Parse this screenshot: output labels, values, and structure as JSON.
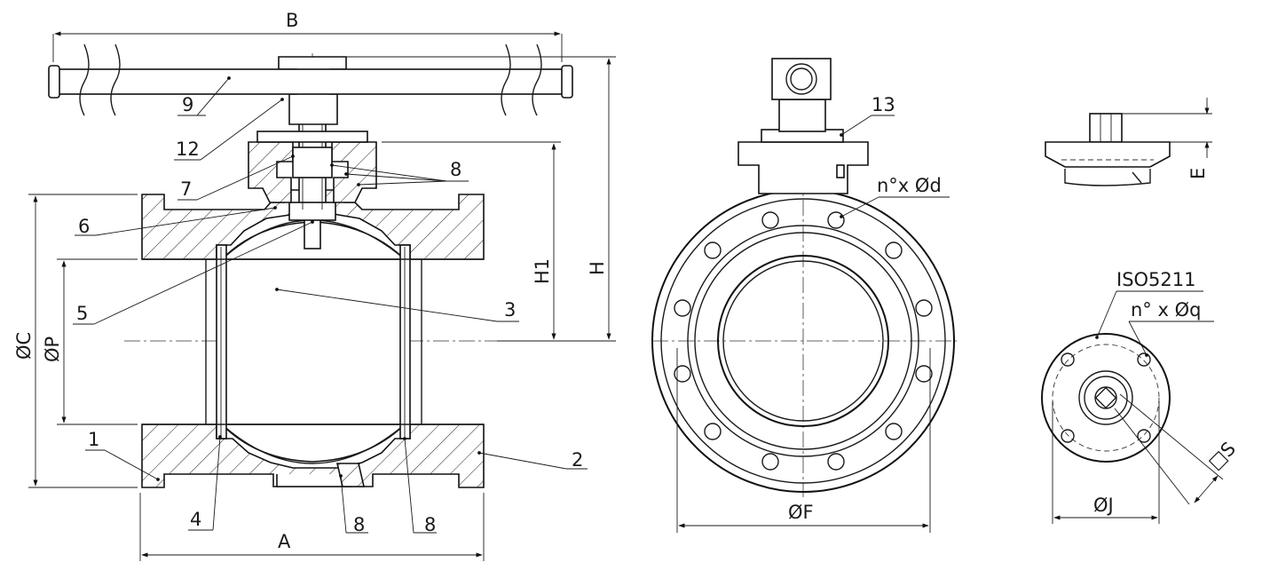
{
  "labels": {
    "dim_B": "B",
    "dim_A": "A",
    "dim_H": "H",
    "dim_H1": "H1",
    "dim_C": "ØC",
    "dim_P": "ØP",
    "dim_F": "ØF",
    "dim_J": "ØJ",
    "dim_E": "E",
    "dim_S": "□S",
    "holes_d": "n°x Ød",
    "holes_q": "n° x Øq",
    "iso": "ISO5211"
  },
  "parts": [
    "1",
    "2",
    "3",
    "4",
    "5",
    "6",
    "7",
    "8",
    "8",
    "8",
    "9",
    "12",
    "13"
  ]
}
